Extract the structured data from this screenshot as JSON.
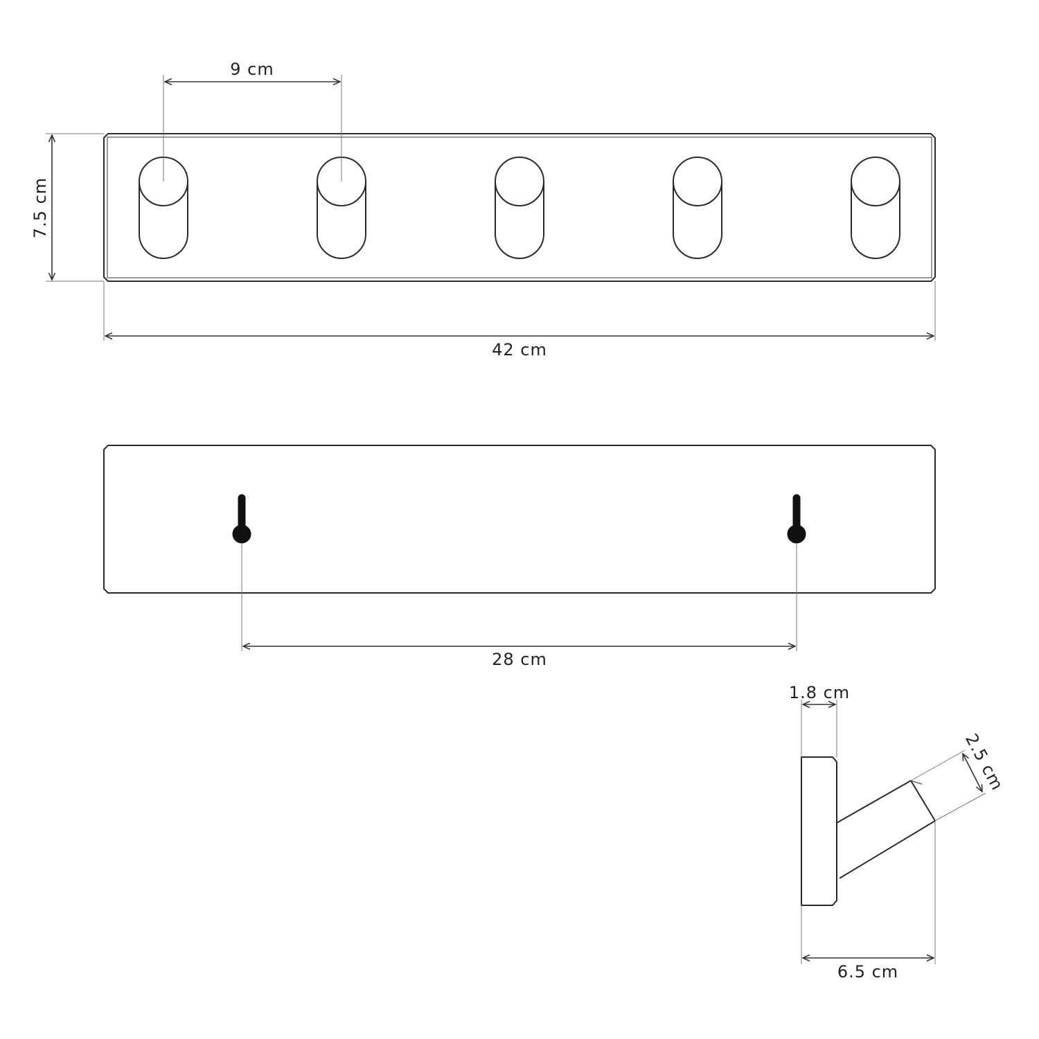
{
  "front_view": {
    "hook_count": 5,
    "hook_spacing_label": "9 cm",
    "height_label": "7.5 cm",
    "width_label": "42 cm"
  },
  "back_view": {
    "mount_hole_count": 2,
    "hole_spacing_label": "28 cm"
  },
  "side_view": {
    "base_depth_label": "1.8 cm",
    "hook_diameter_label": "2.5 cm",
    "total_depth_label": "6.5 cm"
  },
  "colors": {
    "line": "#2a2a2a",
    "keyhole": "#111111",
    "background": "#ffffff"
  }
}
